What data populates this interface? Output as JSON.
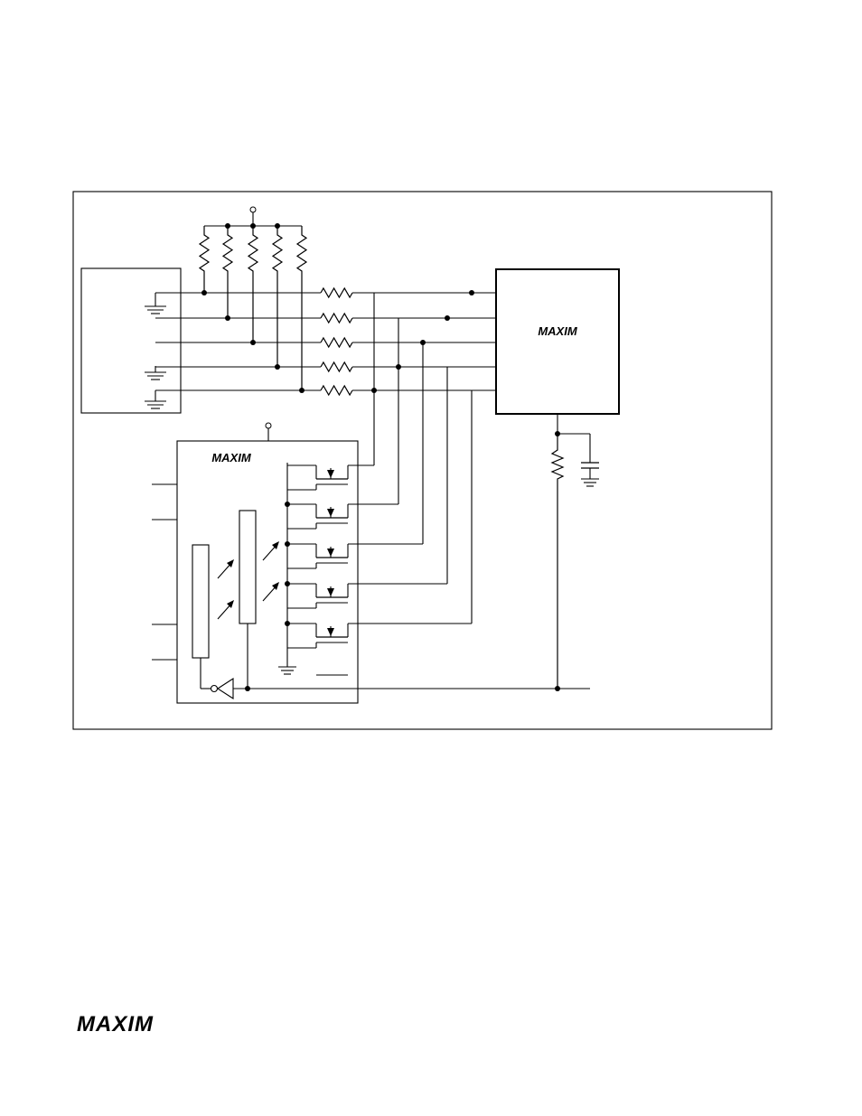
{
  "logos": {
    "mux_chip": "MAXIM",
    "controller_chip": "MAXIM",
    "footer": "MAXIM"
  }
}
